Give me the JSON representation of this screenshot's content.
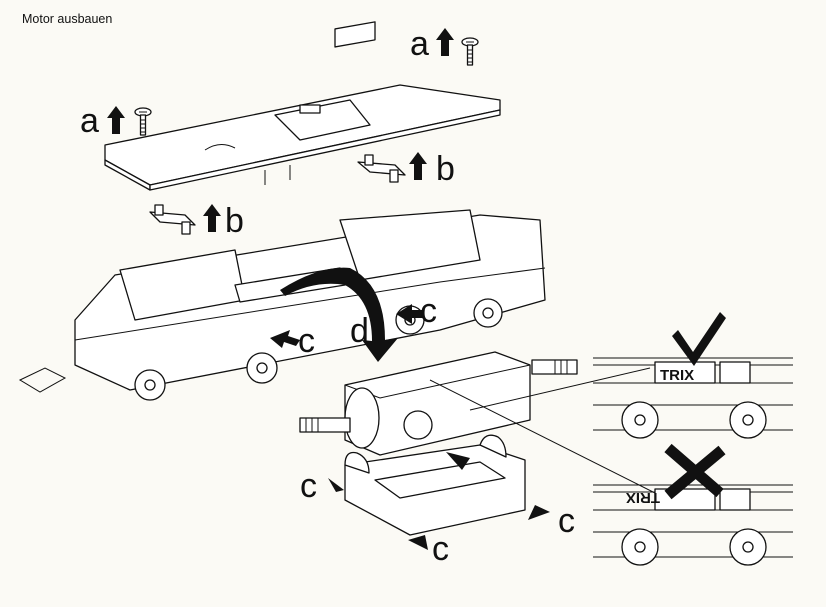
{
  "title": "Motor ausbauen",
  "labels": {
    "a_top": "a",
    "a_left": "a",
    "b_right": "b",
    "b_left": "b",
    "c_chassis_left": "c",
    "c_chassis_right": "c",
    "d": "d",
    "c_cradle_left": "c",
    "c_cradle_right": "c",
    "c_cradle_bottom": "c"
  },
  "detail": {
    "correct_logo": "TRIX",
    "wrong_logo": "TRIX",
    "correct_mark": "check-mark",
    "wrong_mark": "x-mark"
  }
}
